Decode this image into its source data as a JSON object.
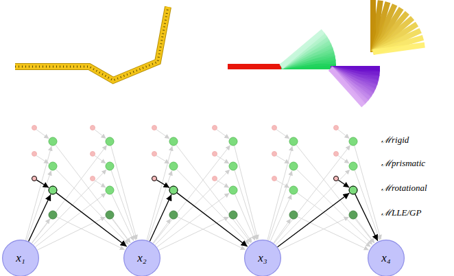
{
  "diagram": {
    "nodes": [
      {
        "text": [
          "x₁"
        ]
      },
      {
        "text": [
          "x₂"
        ]
      },
      {
        "text": [
          "x₃"
        ]
      },
      {
        "text": [
          "x₄"
        ]
      }
    ],
    "edges": [
      {
        "from": 0,
        "to": 1,
        "arrow": "to"
      },
      {
        "from": 1,
        "to": 2,
        "arrow": "to"
      },
      {
        "from": 2,
        "to": 3,
        "arrow": "to"
      }
    ],
    "labels": [
      "ℳrigid",
      "ℳprismatic",
      "ℳrotational",
      "ℳLLE/GP"
    ]
  }
}
